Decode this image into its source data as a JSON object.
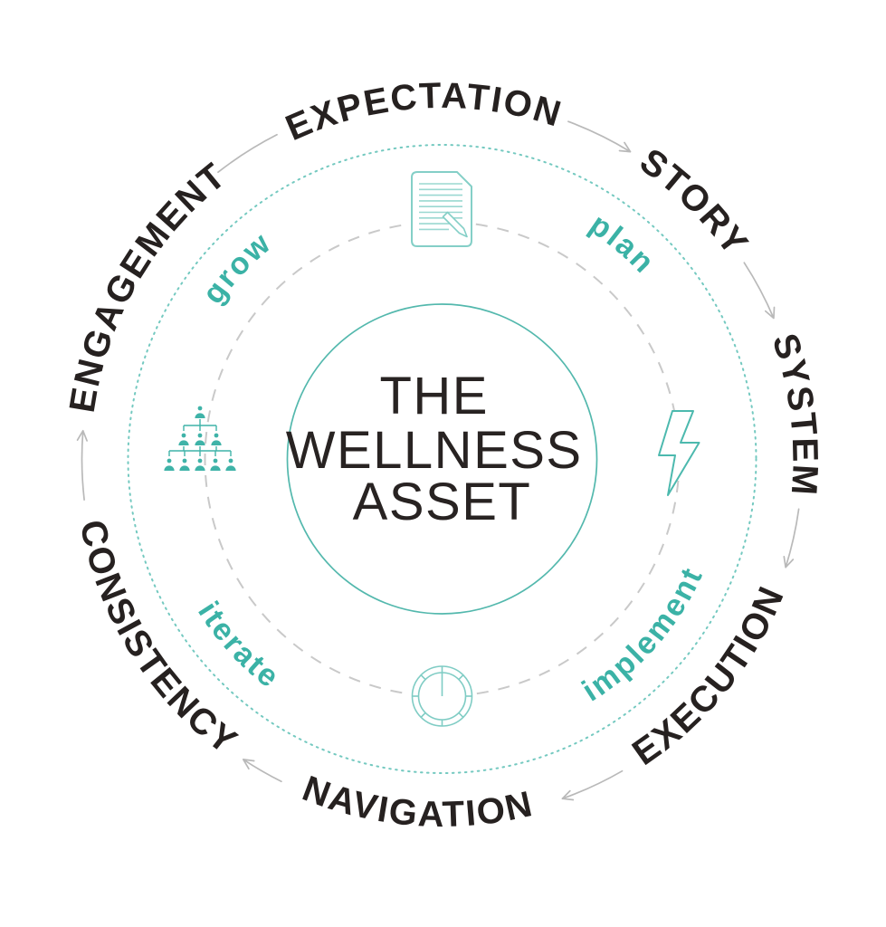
{
  "diagram": {
    "center_title": {
      "lines": [
        "THE",
        "WELLNESS",
        "ASSET"
      ]
    },
    "outer_ring_words": [
      {
        "label": "EXPECTATION",
        "angle": -3,
        "radius": 388,
        "dir": "cw"
      },
      {
        "label": "STORY",
        "angle": 44.5,
        "radius": 388,
        "dir": "cw"
      },
      {
        "label": "SYSTEM",
        "angle": 83,
        "radius": 388,
        "dir": "cw"
      },
      {
        "label": "EXECUTION",
        "angle": 129,
        "radius": 406,
        "dir": "ccw"
      },
      {
        "label": "NAVIGATION",
        "angle": 184,
        "radius": 406,
        "dir": "ccw"
      },
      {
        "label": "CONSISTENCY",
        "angle": 238,
        "radius": 406,
        "dir": "ccw"
      },
      {
        "label": "ENGAGEMENT",
        "angle": 300,
        "radius": 388,
        "dir": "cw"
      }
    ],
    "inner_ring_words": [
      {
        "label": "plan",
        "angle": 40,
        "radius": 300,
        "dir": "cw"
      },
      {
        "label": "implement",
        "angle": 131,
        "radius": 315,
        "dir": "ccw"
      },
      {
        "label": "iterate",
        "angle": 227.5,
        "radius": 318,
        "dir": "ccw"
      },
      {
        "label": "grow",
        "angle": 313,
        "radius": 300,
        "dir": "cw"
      }
    ],
    "arrows": [
      {
        "from": "EXPECTATION",
        "to": "STORY",
        "start": 20.5,
        "end": 31.5,
        "radius": 398,
        "head": true
      },
      {
        "from": "STORY",
        "to": "SYSTEM",
        "start": 57,
        "end": 67,
        "radius": 398,
        "head": true
      },
      {
        "from": "SYSTEM",
        "to": "EXECUTION",
        "start": 98,
        "end": 107.5,
        "radius": 398,
        "head": true
      },
      {
        "from": "EXECUTION",
        "to": "NAVIGATION",
        "start": 150,
        "end": 160.5,
        "radius": 398,
        "head": true
      },
      {
        "from": "NAVIGATION",
        "to": "CONSISTENCY",
        "start": 206.5,
        "end": 213.5,
        "radius": 398,
        "head": true
      },
      {
        "from": "CONSISTENCY",
        "to": "ENGAGEMENT",
        "start": 263.5,
        "end": 274.5,
        "radius": 398,
        "head": true
      },
      {
        "from": "ENGAGEMENT",
        "to": "EXPECTATION",
        "start": 322,
        "end": 333,
        "radius": 402,
        "head": false
      }
    ],
    "icons": [
      {
        "name": "document-pen-icon",
        "position": "top"
      },
      {
        "name": "lightning-icon",
        "position": "right"
      },
      {
        "name": "timer-icon",
        "position": "bottom"
      },
      {
        "name": "org-chart-icon",
        "position": "left"
      }
    ],
    "colors": {
      "ink": "#262120",
      "teal_word": "#3bb2a6",
      "teal_icon": "#4cb9ae",
      "teal_icon_light": "#84cfc7",
      "circle_solid": "#53b8ad",
      "ring_dotted": "#74c9c0",
      "ring_dashed": "#c9c9c9",
      "arrow_gray": "#b9b9b9",
      "background": "#ffffff"
    }
  }
}
